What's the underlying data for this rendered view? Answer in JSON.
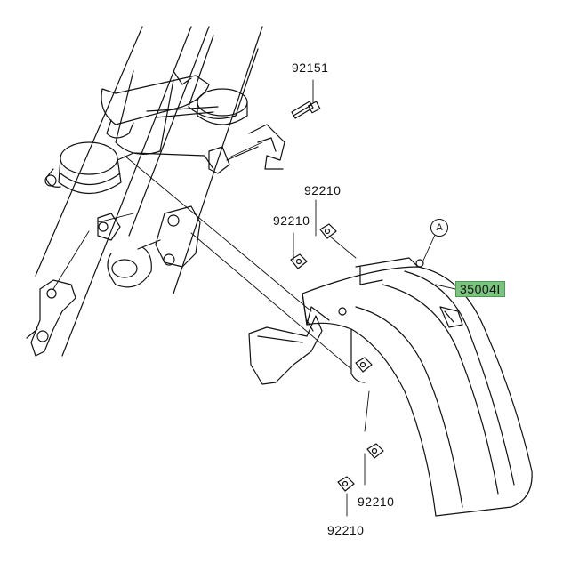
{
  "parts": {
    "bolt": "92151",
    "nut_top_left": "92210",
    "nut_top_right": "92210",
    "nut_bottom_right": "92210",
    "nut_bottom_left": "92210",
    "fender": "35004I"
  },
  "callouts": {
    "reference_a": "A"
  },
  "colors": {
    "line": "#111111",
    "highlight": "#7bc47f",
    "background": "#ffffff"
  }
}
